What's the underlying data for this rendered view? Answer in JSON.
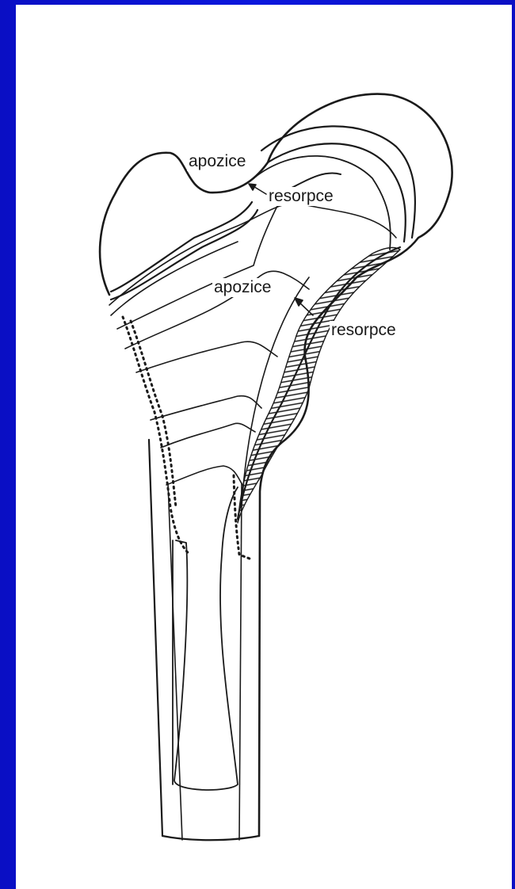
{
  "diagram": {
    "labels": {
      "head_apposition": "apozice",
      "head_resorption": "resorpce",
      "neck_apposition": "apozice",
      "neck_resorption": "resorpce"
    }
  },
  "colors": {
    "slide_background": "#0b17dd",
    "panel": "#ffffff",
    "ink": "#1a1a1a"
  }
}
